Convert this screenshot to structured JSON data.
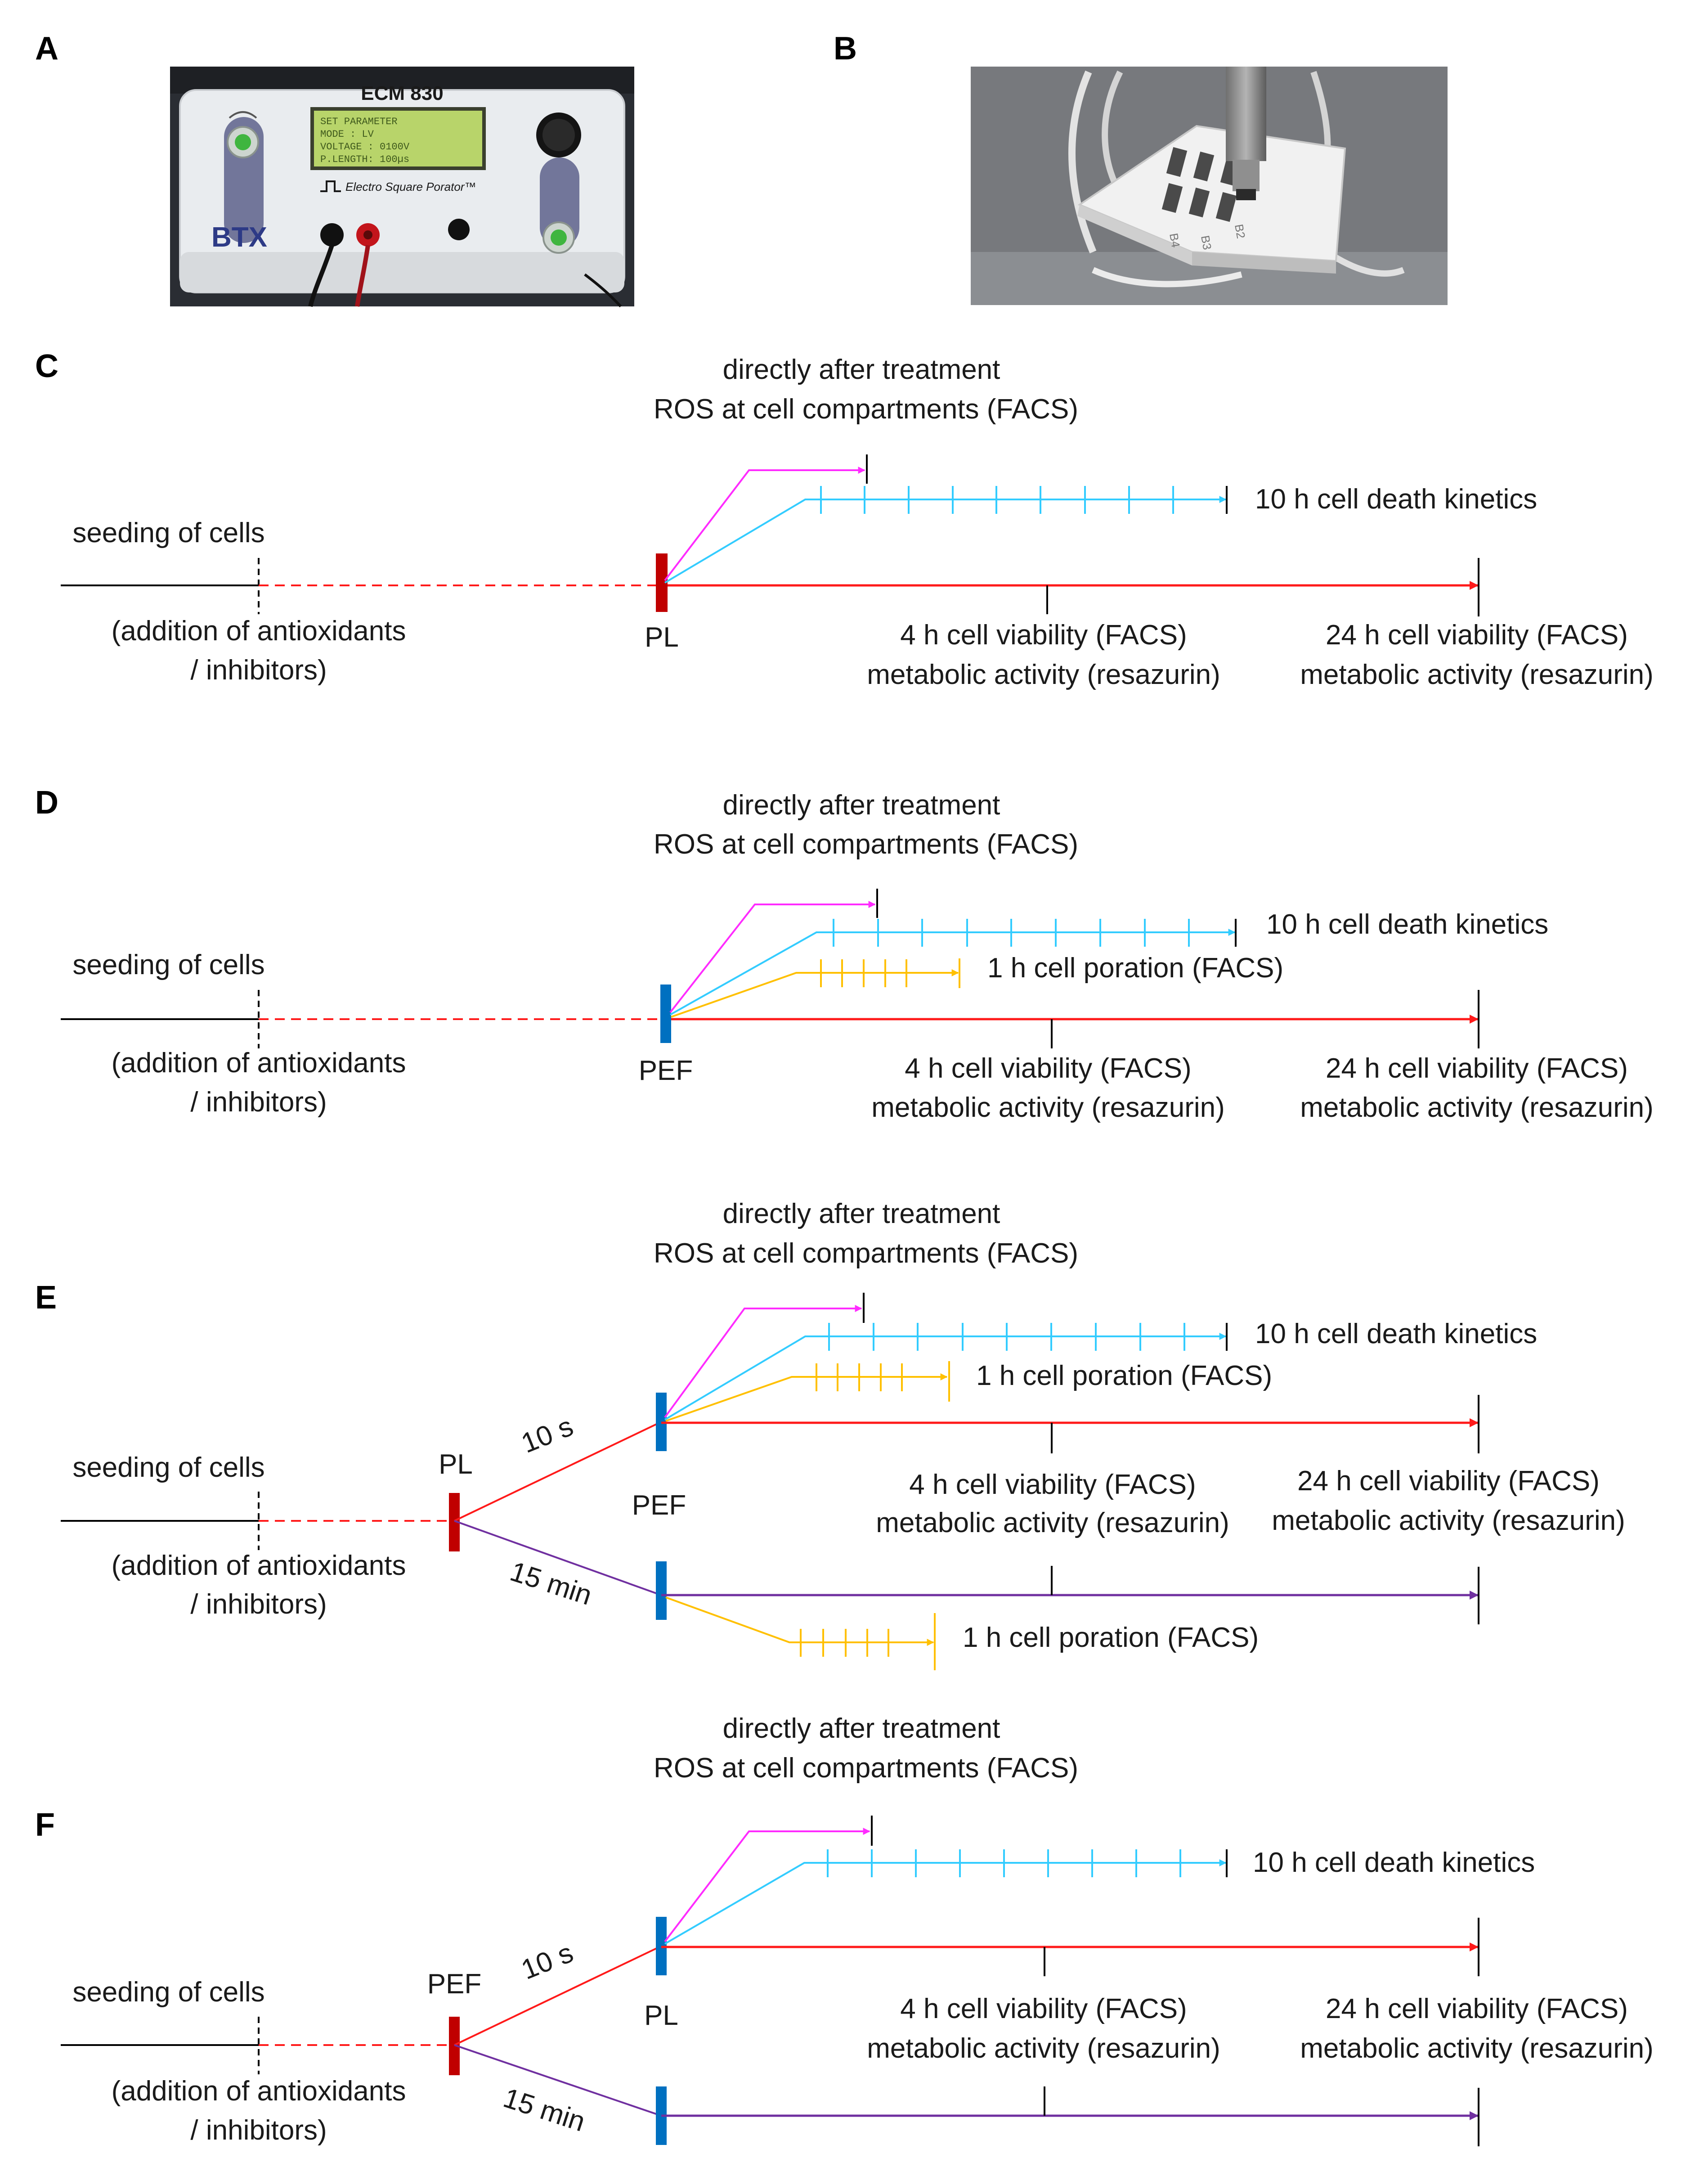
{
  "panels": {
    "A": "A",
    "B": "B",
    "C": "C",
    "D": "D",
    "E": "E",
    "F": "F"
  },
  "device": {
    "model": "ECM 830",
    "display_lines": [
      "SET PARAMETER",
      "MODE    : LV",
      "VOLTAGE : 0100V",
      "P.LENGTH: 100µs"
    ],
    "product": "Electro Square Porator™",
    "brand": "BTX"
  },
  "plate": {
    "well_labels": [
      "B4",
      "B3",
      "B2"
    ]
  },
  "labels": {
    "seeding": "seeding of cells",
    "addition_1": "(addition of antioxidants",
    "addition_2": "/ inhibitors)",
    "directly": "directly after treatment",
    "ros": "ROS at cell compartments (FACS)",
    "death": "10 h cell death kinetics",
    "poration": "1 h cell poration (FACS)",
    "v4": "4 h cell viability (FACS)",
    "v24": "24 h cell viability (FACS)",
    "metabolic": "metabolic activity (resazurin)",
    "PL": "PL",
    "PEF": "PEF",
    "t10s": "10 s",
    "t15min": "15 min"
  },
  "colors": {
    "magenta": "#ff2bff",
    "cyan": "#33ccff",
    "orange": "#ffc000",
    "red": "#ff1a1a",
    "purple": "#7030a0",
    "dark_red": "#c00000",
    "blue": "#0070c0"
  }
}
